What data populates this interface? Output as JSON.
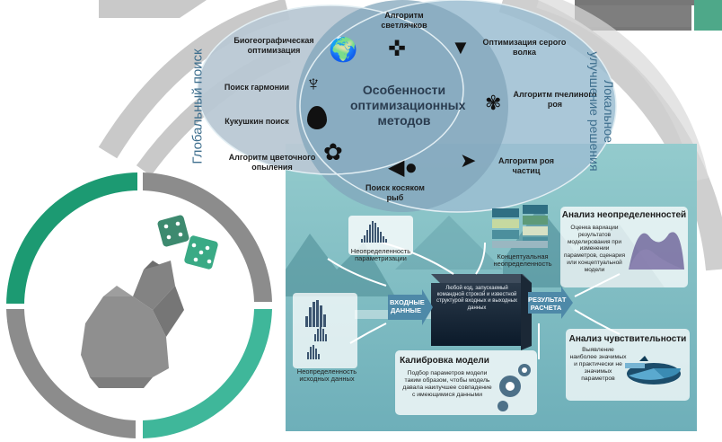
{
  "venn": {
    "title": "Особенности оптимизационных методов",
    "left_axis": "Глобальный поиск",
    "right_axis": "Локальное улучшение решения",
    "methods": {
      "fireflies": "Алгоритм светлячков",
      "biogeo": "Биогеографическая оптимизация",
      "harmony": "Поиск гармонии",
      "cuckoo": "Кукушкин поиск",
      "flower": "Алгоритм цветочного опыления",
      "fish": "Поиск косяком рыб",
      "wolf": "Оптимизация серого волка",
      "bee": "Алгоритм пчелиного роя",
      "pso": "Алгоритм роя частиц"
    },
    "icons": {
      "fireflies": "dragonfly-icon",
      "biogeo": "globe-icon",
      "harmony": "lyre-icon",
      "cuckoo": "egg-icon",
      "flower": "flower-icon",
      "fish": "fish-icon",
      "wolf": "wolf-icon",
      "bee": "bee-icon",
      "pso": "bird-icon"
    }
  },
  "model": {
    "param_uncertainty": "Неопределенность параметризации",
    "conceptual_uncertainty": "Концептуальная неопределенность",
    "input_uncertainty": "Неопределенность исходных данных",
    "input_label": "ВХОДНЫЕ ДАННЫЕ",
    "output_label": "РЕЗУЛЬТАТ РАСЧЕТА",
    "black_box": "Любой код, запускаемый командной строкой и известной структурой входных и выходных данных",
    "uncertainty_analysis": {
      "title": "Анализ неопределенностей",
      "text": "Оценка вариации результатов моделирования при изменении параметров, сценария или концептуальной модели"
    },
    "sensitivity_analysis": {
      "title": "Анализ чувствительности",
      "text": "Выявление наиболее значимых и практически не значимых параметров"
    },
    "calibration": {
      "title": "Калибровка модели",
      "text": "Подбор параметров модели таким образом, чтобы модель давала наилучшее совпадение с имеющимися данными"
    }
  },
  "colors": {
    "green": "#1c9a72",
    "teal": "#3fb79a",
    "gray": "#8c8c8c",
    "panel": "#7ebfc4",
    "venn_left": "#b9c8d4",
    "venn_right": "#9bbdd1"
  }
}
